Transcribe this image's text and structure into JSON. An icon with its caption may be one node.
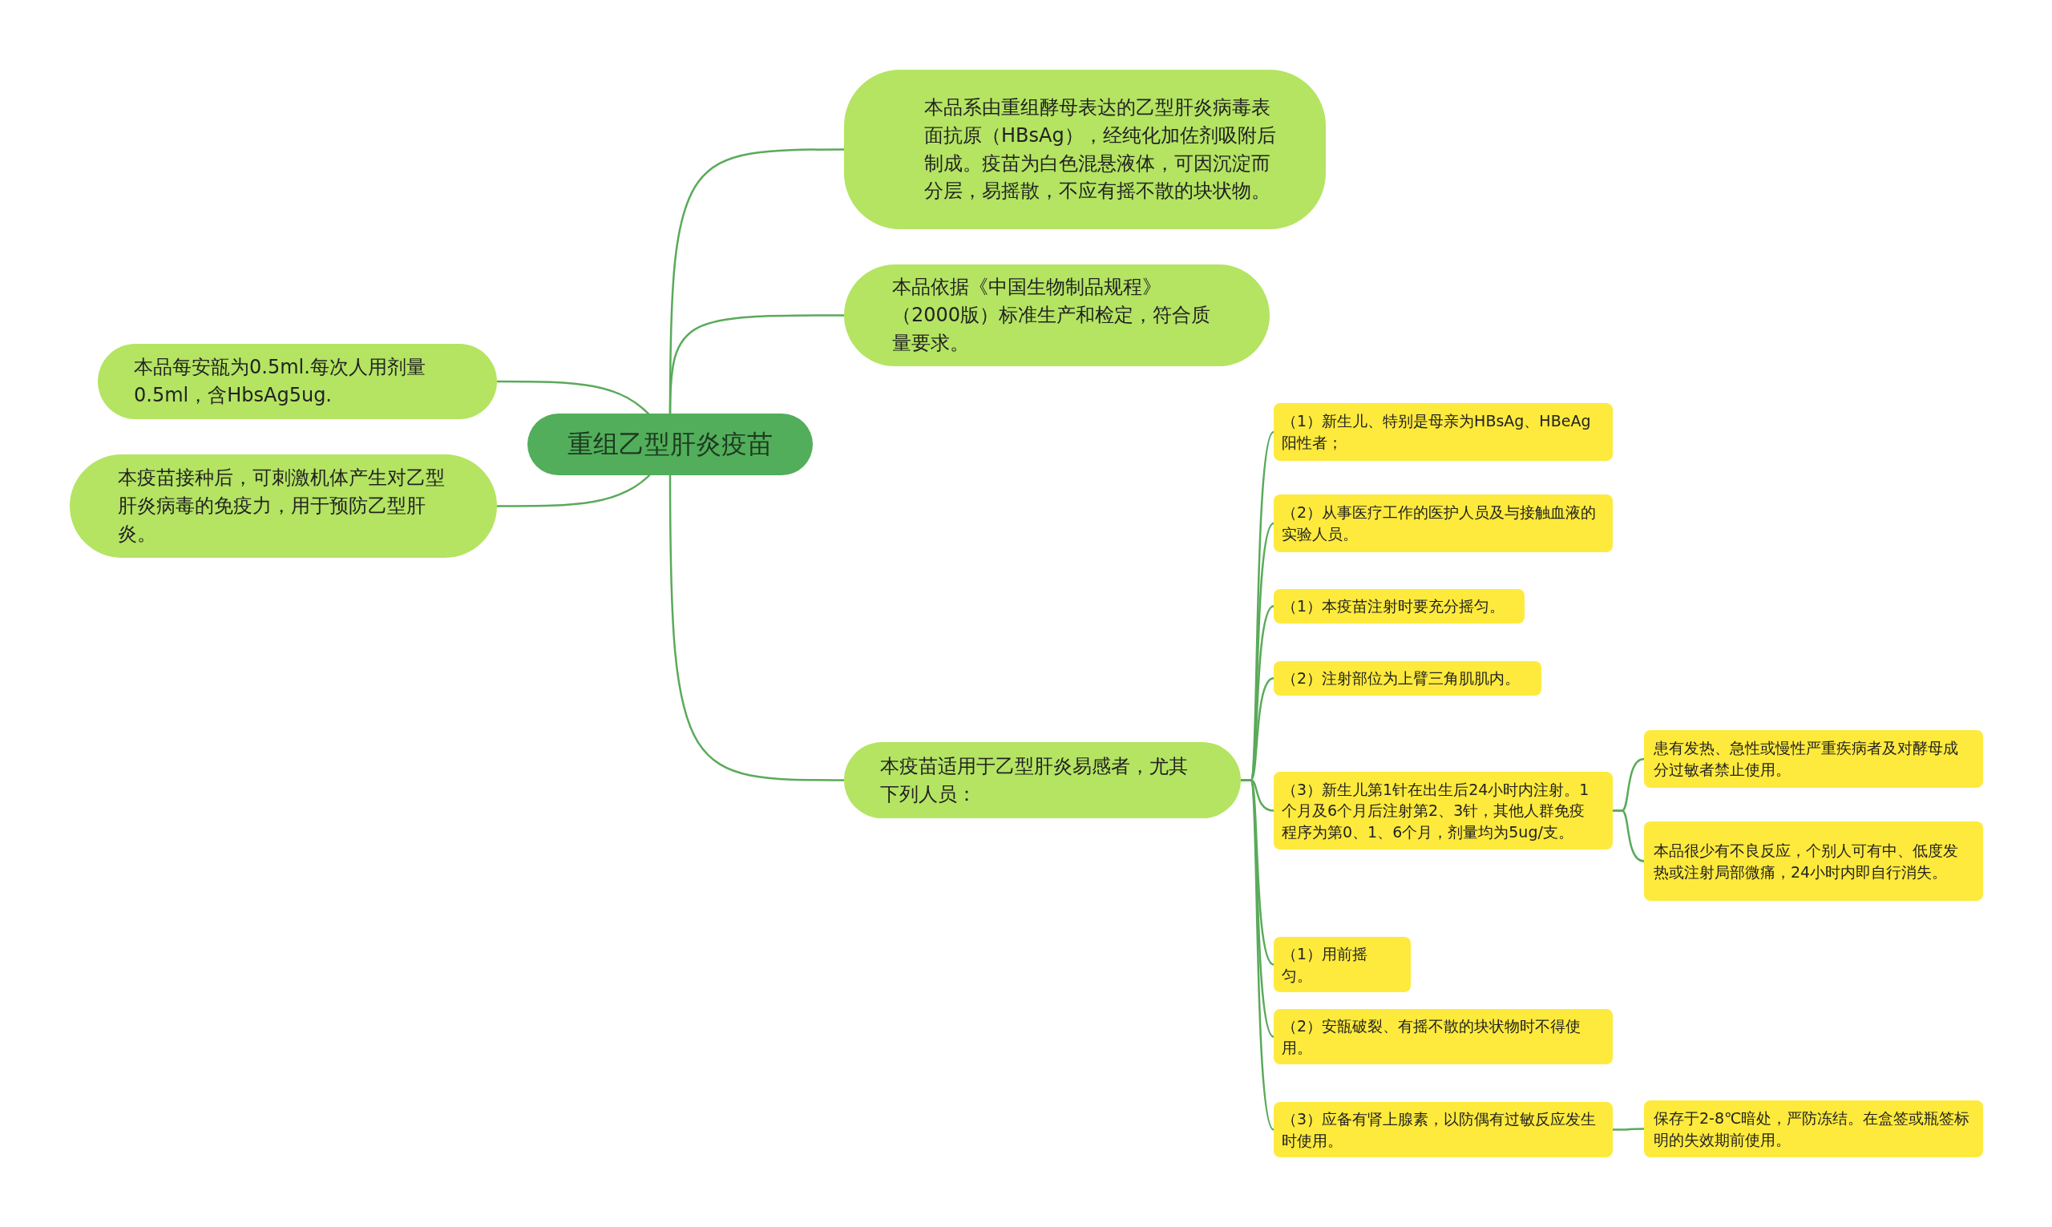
{
  "diagram": {
    "nodes": [
      {
        "text": [
          "重组乙型肝炎疫苗"
        ]
      },
      {
        "text": [
          "本品系由重组酵母表达的乙型肝炎病毒表面抗原（HBsAg），经纯化加佐剂吸附后制成。疫苗为白色混悬液体，可因沉淀而分层，易摇散，不应有摇不散的块状物。"
        ]
      },
      {
        "text": [
          "本品依据《中国生物制品规程》（2000版）标准生产和检定，符合质量要求。"
        ]
      },
      {
        "text": [
          "本品每安瓿为0.5ml.每次人用剂量0.5ml，含HbsAg5ug."
        ]
      },
      {
        "text": [
          "本疫苗接种后，可刺激机体产生对乙型肝炎病毒的免疫力，用于预防乙型肝炎。"
        ]
      },
      {
        "text": [
          "本疫苗适用于乙型肝炎易感者，尤其下列人员："
        ]
      },
      {
        "text": [
          "（1）新生儿、特别是母亲为HBsAg、HBeAg阳性者；"
        ]
      },
      {
        "text": [
          "（2）从事医疗工作的医护人员及与接触血液的实验人员。"
        ]
      },
      {
        "text": [
          "（1）本疫苗注射时要充分摇匀。"
        ]
      },
      {
        "text": [
          "（2）注射部位为上臂三角肌肌内。"
        ]
      },
      {
        "text": [
          "（3）新生儿第1针在出生后24小时内注射。1个月及6个月后注射第2、3针，其他人群免疫程序为第0、1、6个月，剂量均为5ug/支。"
        ]
      },
      {
        "text": [
          "患有发热、急性或慢性严重疾病者及对酵母成分过敏者禁止使用。"
        ]
      },
      {
        "text": [
          "本品很少有不良反应，个别人可有中、低度发热或注射局部微痛，24小时内即自行消失。"
        ]
      },
      {
        "text": [
          "（1）用前摇匀。"
        ]
      },
      {
        "text": [
          "（2）安瓿破裂、有摇不散的块状物时不得使用。"
        ]
      },
      {
        "text": [
          "（3）应备有肾上腺素，以防偶有过敏反应发生时使用。"
        ]
      },
      {
        "text": [
          "保存于2-8℃暗处，严防冻结。在盒签或瓶签标明的失效期前使用。"
        ]
      }
    ],
    "edges": [
      {
        "from": 0,
        "to": 1,
        "arrow": "none"
      },
      {
        "from": 0,
        "to": 2,
        "arrow": "none"
      },
      {
        "from": 0,
        "to": 3,
        "arrow": "none"
      },
      {
        "from": 0,
        "to": 4,
        "arrow": "none"
      },
      {
        "from": 0,
        "to": 5,
        "arrow": "none"
      },
      {
        "from": 5,
        "to": 6,
        "arrow": "none"
      },
      {
        "from": 5,
        "to": 7,
        "arrow": "none"
      },
      {
        "from": 5,
        "to": 8,
        "arrow": "none"
      },
      {
        "from": 5,
        "to": 9,
        "arrow": "none"
      },
      {
        "from": 5,
        "to": 10,
        "arrow": "none"
      },
      {
        "from": 10,
        "to": 11,
        "arrow": "none"
      },
      {
        "from": 10,
        "to": 12,
        "arrow": "none"
      },
      {
        "from": 5,
        "to": 13,
        "arrow": "none"
      },
      {
        "from": 5,
        "to": 14,
        "arrow": "none"
      },
      {
        "from": 5,
        "to": 15,
        "arrow": "none"
      },
      {
        "from": 15,
        "to": 16,
        "arrow": "none"
      }
    ]
  }
}
